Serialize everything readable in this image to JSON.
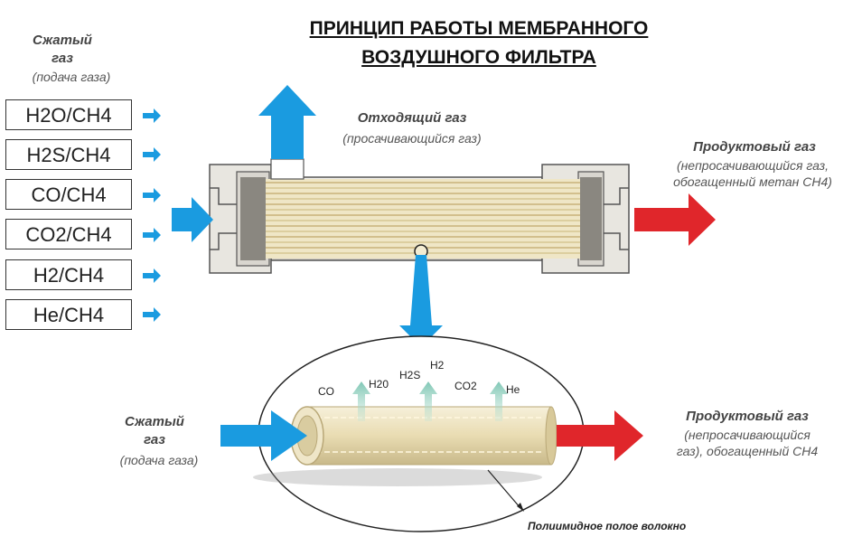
{
  "title": {
    "line1": "ПРИНЦИП РАБОТЫ МЕМБРАННОГО",
    "line2": "ВОЗДУШНОГО ФИЛЬТРА"
  },
  "feed_top": {
    "label": "Сжатый",
    "label2": "газ",
    "sub": "(подача газа)"
  },
  "gas_mixtures": [
    "H2O/CH4",
    "H2S/CH4",
    "CO/CH4",
    "CO2/CH4",
    "H2/CH4",
    "He/CH4"
  ],
  "permeate": {
    "label": "Отходящий газ",
    "sub": "(просачивающийся газ)"
  },
  "product_top": {
    "label": "Продуктовый газ",
    "sub1": "(непросачивающийся газ,",
    "sub2": "обогащенный метан СН4)"
  },
  "detail": {
    "feed_label": "Сжатый",
    "feed_label2": "газ",
    "feed_sub": "(подача газа)",
    "molecules": [
      "CO",
      "H20",
      "H2S",
      "H2",
      "CO2",
      "He"
    ],
    "product_label": "Продуктовый газ",
    "product_sub1": "(непросачивающийся",
    "product_sub2": "газ), обогащенный СН4",
    "fiber_label": "Полиимидное полое волокно"
  },
  "colors": {
    "blue_arrow": "#1a9be0",
    "red_arrow": "#e0262b",
    "housing": "#e6e4de",
    "fiber": "#e8dcb4"
  }
}
